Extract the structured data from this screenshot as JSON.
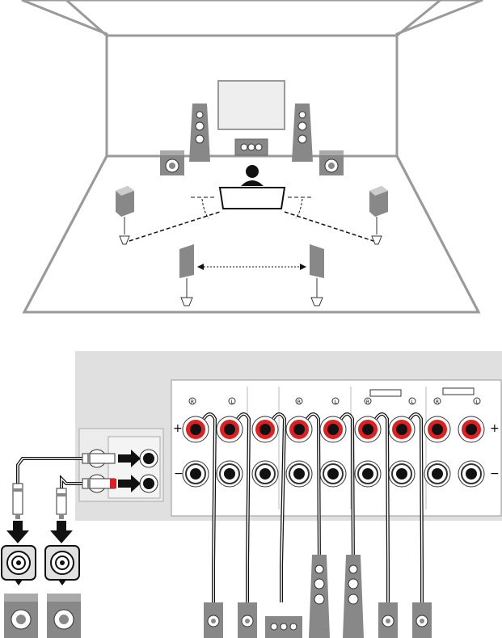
{
  "diagram": {
    "room": {
      "speakers_front": [
        "front-left-tower",
        "front-right-tower"
      ],
      "speakers_center": [
        "center-speaker"
      ],
      "speakers_surround": [
        "surround-left",
        "surround-right"
      ],
      "speakers_surround_back": [
        "surround-back-left",
        "surround-back-right"
      ],
      "subwoofers": [
        "subwoofer-left",
        "subwoofer-right"
      ],
      "listener": "listener-on-sofa",
      "display": "tv-screen"
    },
    "receiver": {
      "terminal_pairs": 9,
      "polarity_plus": "+",
      "polarity_minus": "−",
      "channel_markers": [
        "R",
        "L",
        "R",
        "L",
        "R",
        "L",
        "R",
        "L"
      ]
    },
    "bottom_speakers": [
      "speaker-1",
      "speaker-2",
      "center-speaker-bottom",
      "tower-1",
      "tower-2",
      "speaker-3",
      "speaker-4"
    ],
    "subwoofer_connection": [
      "subwoofer-1",
      "subwoofer-2"
    ],
    "colors": {
      "line": "#888888",
      "panel": "#e0e0e0",
      "terminal_red": "#e02020",
      "black": "#111111",
      "speaker_gray": "#b0b0b0"
    }
  }
}
